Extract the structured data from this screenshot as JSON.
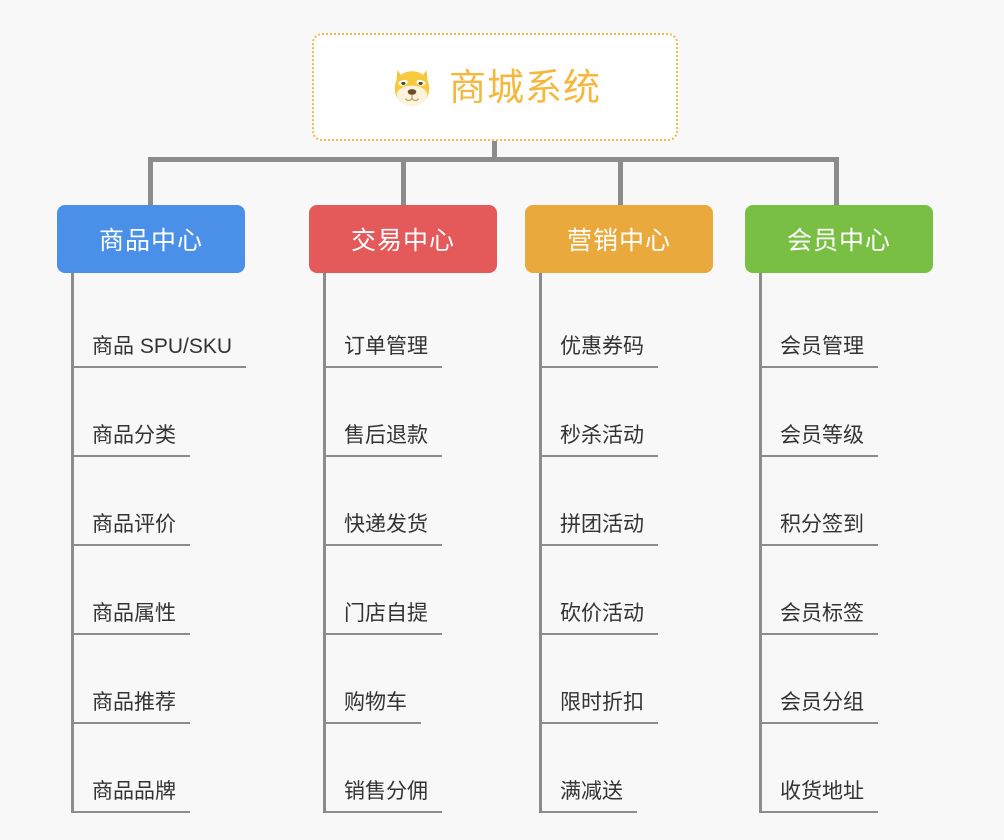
{
  "root": {
    "title": "商城系统",
    "icon": "shiba-dog-emoji",
    "border_color": "#f0b849",
    "text_color": "#f5b83d"
  },
  "connector_color": "#8c8c8c",
  "background_color": "#f8f8f8",
  "columns": [
    {
      "id": "product-center",
      "label": "商品中心",
      "color": "#4a90e8",
      "items": [
        "商品 SPU/SKU",
        "商品分类",
        "商品评价",
        "商品属性",
        "商品推荐",
        "商品品牌"
      ]
    },
    {
      "id": "trade-center",
      "label": "交易中心",
      "color": "#e4595a",
      "items": [
        "订单管理",
        "售后退款",
        "快递发货",
        "门店自提",
        "购物车",
        "销售分佣"
      ]
    },
    {
      "id": "marketing-center",
      "label": "营销中心",
      "color": "#eaa93c",
      "items": [
        "优惠券码",
        "秒杀活动",
        "拼团活动",
        "砍价活动",
        "限时折扣",
        "满减送"
      ]
    },
    {
      "id": "member-center",
      "label": "会员中心",
      "color": "#79bf44",
      "items": [
        "会员管理",
        "会员等级",
        "积分签到",
        "会员标签",
        "会员分组",
        "收货地址"
      ]
    }
  ]
}
